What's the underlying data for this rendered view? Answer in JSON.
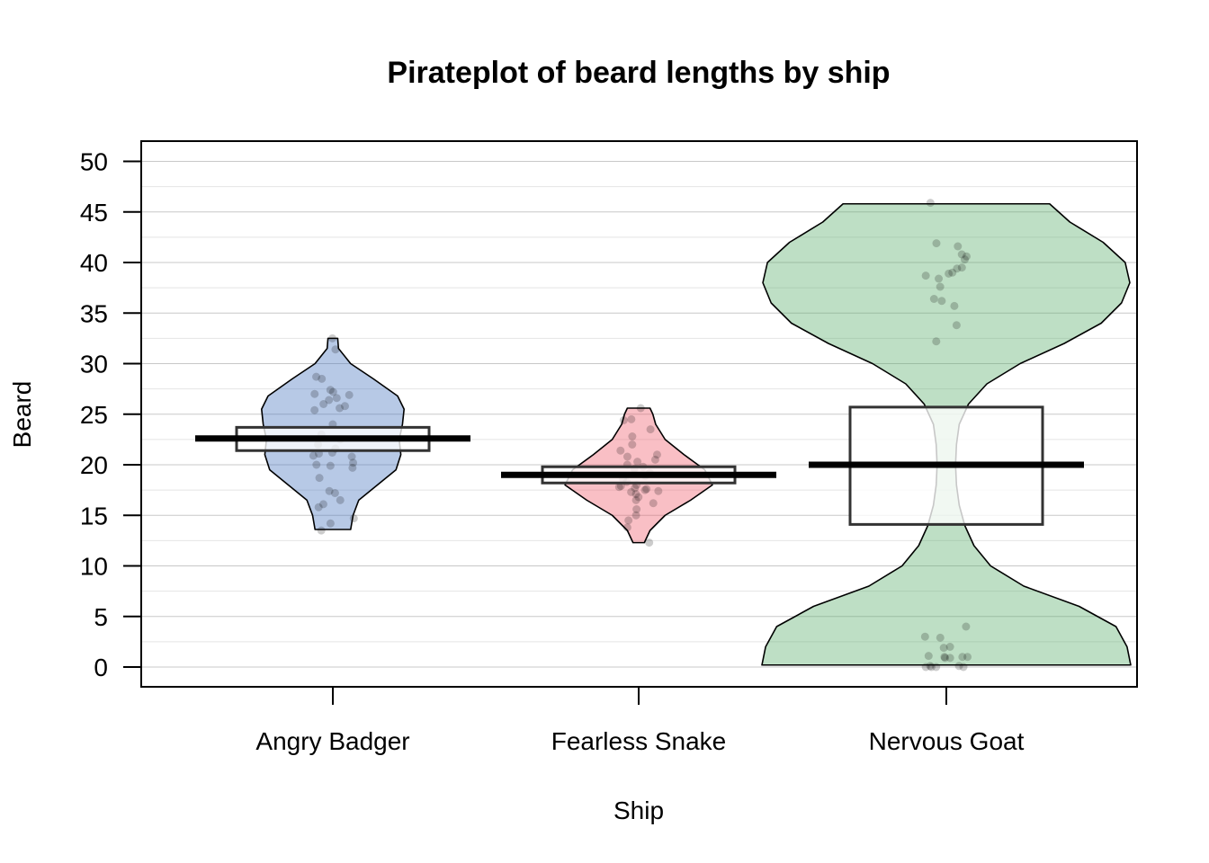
{
  "chart_data": {
    "type": "pirateplot",
    "title": "Pirateplot of beard lengths by ship",
    "xlabel": "Ship",
    "ylabel": "Beard",
    "ylim": [
      -2,
      52
    ],
    "yticks": [
      0,
      5,
      10,
      15,
      20,
      25,
      30,
      35,
      40,
      45,
      50
    ],
    "grid": true,
    "categories": [
      "Angry Badger",
      "Fearless Snake",
      "Nervous Goat"
    ],
    "series": [
      {
        "category": "Angry Badger",
        "color": "#4a78c0",
        "mean": 22.6,
        "inf_low": 21.4,
        "inf_high": 23.7,
        "bean_min": 13.6,
        "bean_max": 32.5,
        "density": [
          [
            13.6,
            0.22
          ],
          [
            15,
            0.25
          ],
          [
            16.5,
            0.32
          ],
          [
            18,
            0.55
          ],
          [
            19.5,
            0.78
          ],
          [
            21,
            0.84
          ],
          [
            22.5,
            0.82
          ],
          [
            24,
            0.86
          ],
          [
            25.5,
            0.88
          ],
          [
            26.8,
            0.8
          ],
          [
            28.5,
            0.5
          ],
          [
            30,
            0.22
          ],
          [
            31.5,
            0.07
          ],
          [
            32.5,
            0.06
          ]
        ],
        "points": [
          32.5,
          31.4,
          28.7,
          28.5,
          27.4,
          27.2,
          27,
          26.9,
          26.6,
          26.4,
          26,
          25.8,
          25.6,
          25.4,
          24,
          23,
          22.5,
          22,
          21.6,
          21.2,
          21.1,
          20.9,
          20.8,
          20.2,
          20,
          19.9,
          19.7,
          18.7,
          17.4,
          17.2,
          16.5,
          16.1,
          15.8,
          14.7,
          14.2,
          13.5
        ]
      },
      {
        "category": "Fearless Snake",
        "color": "#f0606e",
        "mean": 19.0,
        "inf_low": 18.2,
        "inf_high": 19.8,
        "bean_min": 12.3,
        "bean_max": 25.6,
        "density": [
          [
            12.3,
            0.06
          ],
          [
            13.5,
            0.12
          ],
          [
            15,
            0.28
          ],
          [
            16.5,
            0.55
          ],
          [
            18,
            0.78
          ],
          [
            19.5,
            0.7
          ],
          [
            21,
            0.48
          ],
          [
            22.5,
            0.28
          ],
          [
            24,
            0.18
          ],
          [
            25,
            0.15
          ],
          [
            25.6,
            0.12
          ]
        ],
        "points": [
          25.6,
          24.5,
          24.4,
          23.5,
          22.8,
          22,
          21.4,
          21,
          20.8,
          20.5,
          20.3,
          20,
          19.8,
          19.6,
          19.2,
          18.9,
          18.6,
          18.3,
          18,
          17.9,
          17.8,
          17.7,
          17.6,
          17.5,
          17.4,
          17.3,
          17.1,
          16.8,
          16.5,
          16.2,
          15.6,
          15,
          14.5,
          13.8,
          12.3
        ]
      },
      {
        "category": "Nervous Goat",
        "color": "#5dae6e",
        "mean": 20.0,
        "inf_low": 14.1,
        "inf_high": 25.7,
        "bean_min": 0.2,
        "bean_max": 45.8,
        "density": [
          [
            0.2,
            1.0
          ],
          [
            2,
            0.98
          ],
          [
            4,
            0.92
          ],
          [
            6,
            0.72
          ],
          [
            8,
            0.42
          ],
          [
            10,
            0.24
          ],
          [
            12,
            0.15
          ],
          [
            14,
            0.1
          ],
          [
            16,
            0.07
          ],
          [
            18,
            0.055
          ],
          [
            20,
            0.05
          ],
          [
            22,
            0.055
          ],
          [
            24,
            0.07
          ],
          [
            26,
            0.12
          ],
          [
            28,
            0.22
          ],
          [
            30,
            0.4
          ],
          [
            32,
            0.64
          ],
          [
            34,
            0.84
          ],
          [
            36,
            0.95
          ],
          [
            38,
            0.995
          ],
          [
            40,
            0.97
          ],
          [
            42,
            0.85
          ],
          [
            44,
            0.67
          ],
          [
            45.8,
            0.56
          ]
        ],
        "points": [
          45.9,
          41.9,
          41.6,
          40.8,
          40.6,
          40.3,
          39.5,
          39.4,
          39,
          38.9,
          38.7,
          38.4,
          37.6,
          36.4,
          36.2,
          35.7,
          33.8,
          32.2,
          4,
          3,
          2.9,
          2,
          1.9,
          1.1,
          1,
          1,
          1,
          0.9,
          0.9,
          0.1,
          0.1,
          0,
          0,
          0,
          0
        ]
      }
    ]
  }
}
